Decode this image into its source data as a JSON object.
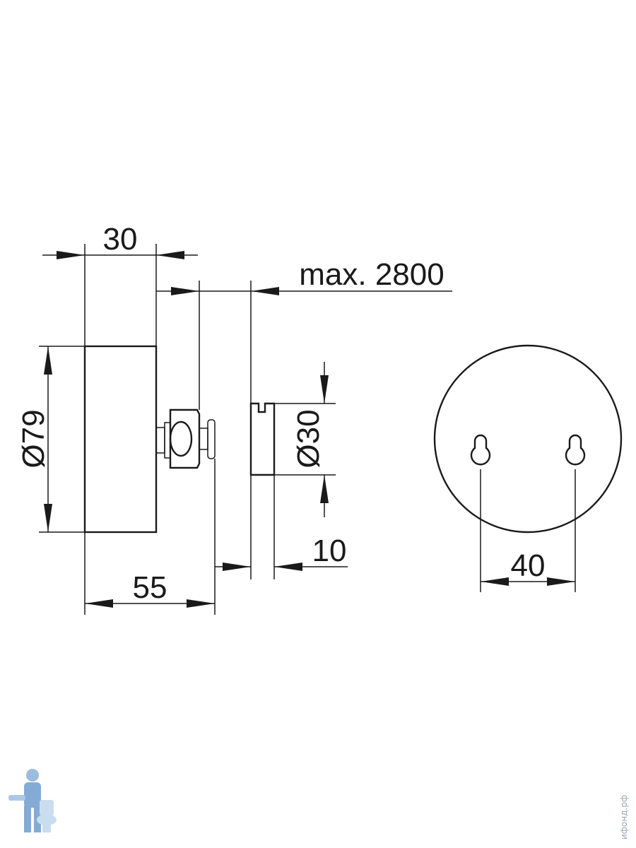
{
  "dimensions": {
    "width_30": "30",
    "max_length": "max. 2800",
    "diameter_79": "Ø79",
    "diameter_30": "Ø30",
    "depth_10": "10",
    "depth_55": "55",
    "hole_spacing_40": "40"
  },
  "watermark": {
    "text": "ифонд.рф",
    "logo_icon": "plumber-with-toilet-icon"
  }
}
